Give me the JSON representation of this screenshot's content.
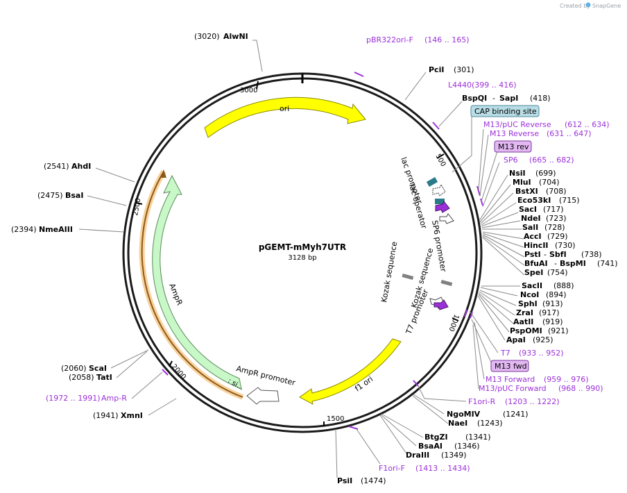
{
  "credit": {
    "created_by": "Created by",
    "brand": "SnapGene"
  },
  "plasmid": {
    "name": "pGEMT-mMyh7UTR",
    "length_label": "3128 bp",
    "length_bp": 3128
  },
  "colors": {
    "ring": "#1a1a1a",
    "ori": "#ffff00",
    "ampr": "#c8f7c8",
    "feature_label": "#9b30d9",
    "primer": "#9b30d9",
    "cap_box": "#b8dde6",
    "m13_box": "#e3b8f2",
    "orange": "#f5b041"
  },
  "tick_labels": [
    "3000",
    "500",
    "1000",
    "1500",
    "2000",
    "2500"
  ],
  "features": {
    "ori": "ori",
    "ampr": "AmpR",
    "f1_ori": "f1 ori",
    "ampr_promoter": "AmpR promoter",
    "ampr_promoter_trunc": ": si...",
    "lac_promoter": "lac promoter",
    "lac_operator": "lac operator",
    "sp6_promoter": "SP6 promoter",
    "kozak_1": "Kozak sequence",
    "kozak_2": "Kozak sequence",
    "t7_promoter": "T7 promoter"
  },
  "sites": {
    "alwni": {
      "pos": "(3020)",
      "name": "AlwNI"
    },
    "pcii": {
      "name": "PciI",
      "pos": "(301)"
    },
    "bspqi": {
      "name": "BspQI",
      "sep": "-",
      "name2": "SapI",
      "pos": "(418)"
    },
    "nsii": {
      "name": "NsiI",
      "pos": "(699)"
    },
    "mlui": {
      "name": "MluI",
      "pos": "(704)"
    },
    "bstxi": {
      "name": "BstXI",
      "pos": "(708)"
    },
    "eco53ki": {
      "name": "Eco53kI",
      "pos": "(715)"
    },
    "saci": {
      "name": "SacI",
      "pos": "(717)"
    },
    "ndei": {
      "name": "NdeI",
      "pos": "(723)"
    },
    "sali": {
      "name": "SalI",
      "pos": "(728)"
    },
    "acci": {
      "name": "AccI",
      "pos": "(729)"
    },
    "hincii": {
      "name": "HincII",
      "pos": "(730)"
    },
    "psti": {
      "name": "PstI",
      "sep": "-",
      "name2": "SbfI",
      "pos": "(738)"
    },
    "bfuai": {
      "name": "BfuAI",
      "sep": "-",
      "name2": "BspMI",
      "pos": "(741)"
    },
    "spei": {
      "name": "SpeI",
      "pos": "(754)"
    },
    "sacii": {
      "name": "SacII",
      "pos": "(888)"
    },
    "ncoi": {
      "name": "NcoI",
      "pos": "(894)"
    },
    "sphi": {
      "name": "SphI",
      "pos": "(913)"
    },
    "zrai": {
      "name": "ZraI",
      "pos": "(917)"
    },
    "aatii": {
      "name": "AatII",
      "pos": "(919)"
    },
    "pspomi": {
      "name": "PspOMI",
      "pos": "(921)"
    },
    "apai": {
      "name": "ApaI",
      "pos": "(925)"
    },
    "ngomiv": {
      "name": "NgoMIV",
      "pos": "(1241)"
    },
    "naei": {
      "name": "NaeI",
      "pos": "(1243)"
    },
    "btgzi": {
      "name": "BtgZI",
      "pos": "(1341)"
    },
    "bsaai": {
      "name": "BsaAI",
      "pos": "(1346)"
    },
    "draiii": {
      "name": "DraIII",
      "pos": "(1349)"
    },
    "psii": {
      "name": "PsiI",
      "pos": "(1474)"
    },
    "xmni": {
      "pos": "(1941)",
      "name": "XmnI"
    },
    "tati": {
      "pos": "(2058)",
      "name": "TatI"
    },
    "scai": {
      "pos": "(2060)",
      "name": "ScaI"
    },
    "nmeaiii": {
      "pos": "(2394)",
      "name": "NmeAIII"
    },
    "bsai": {
      "pos": "(2475)",
      "name": "BsaI"
    },
    "ahdi": {
      "pos": "(2541)",
      "name": "AhdI"
    }
  },
  "primers": {
    "pbr322": {
      "name": "pBR322ori-F",
      "range": "(146 .. 165)"
    },
    "l4440": {
      "name": "L4440",
      "range": "(399 .. 416)"
    },
    "cap": {
      "name": "CAP binding site"
    },
    "m13puc_rev": {
      "name": "M13/pUC Reverse",
      "range": "(612 .. 634)"
    },
    "m13_rev_long": {
      "name": "M13 Reverse",
      "range": "(631 .. 647)"
    },
    "m13_rev_box": {
      "name": "M13 rev"
    },
    "sp6": {
      "name": "SP6",
      "range": "(665 .. 682)"
    },
    "t7": {
      "name": "T7",
      "range": "(933 .. 952)"
    },
    "m13_fwd_box": {
      "name": "M13 fwd"
    },
    "m13_forward": {
      "name": "M13 Forward",
      "range": "(959 .. 976)"
    },
    "m13puc_fwd": {
      "name": "M13/pUC Forward",
      "range": "(968 .. 990)"
    },
    "f1ori_r": {
      "name": "F1ori-R",
      "range": "(1203 .. 1222)"
    },
    "f1ori_f": {
      "name": "F1ori-F",
      "range": "(1413 .. 1434)"
    },
    "ampr_primer": {
      "range": "(1972 .. 1991)",
      "name": "Amp-R"
    }
  }
}
